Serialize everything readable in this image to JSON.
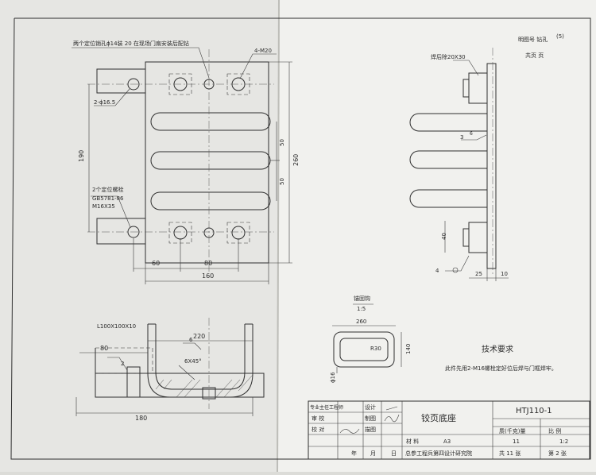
{
  "top_right": {
    "note1": "明图号 钻孔",
    "note2": "共页 页",
    "mark": "(5)"
  },
  "plan_view": {
    "callout_holes": "两个定位销孔ϕ14装 20 在现场门扇安装后配钻",
    "callout_bolt": "4-M20",
    "hole_label": "2-ϕ16.5",
    "pin_note_line1": "2个定位螺栓",
    "pin_note_line2": "GB5781-86",
    "pin_note_line3": "M16X35",
    "dim_190": "190",
    "dim_260": "260",
    "dim_50a": "50",
    "dim_50b": "50",
    "dim_60": "60",
    "dim_80": "80",
    "dim_160": "160"
  },
  "side_view": {
    "weld_note": "焊后除20X30",
    "weld_3": "3",
    "weld_6": "6",
    "weld_4": "4",
    "dim_40": "40",
    "dim_25": "25",
    "dim_10": "10"
  },
  "front_view": {
    "angle_label": "L100X100X10",
    "dim_220": "220",
    "dim_80": "80",
    "dim_180": "180",
    "weld_2": "2",
    "weld_6": "6",
    "chamfer": "6X45°"
  },
  "section": {
    "title": "锚固钩",
    "scale": "1:5",
    "dim_260": "260",
    "radius": "R30",
    "dim_140": "140",
    "rebar": "ϕ16"
  },
  "tech": {
    "title": "技术要求",
    "text": "此件先用2-M16螺栓定好位后焊与门框焊牢。"
  },
  "title_block": {
    "role1": "专业主任工程师",
    "role2": "审   校",
    "role3": "校   对",
    "role4": "设计",
    "role5": "制图",
    "role6": "描图",
    "drawing_name": "铰页底座",
    "drawing_no": "HTJ110-1",
    "h_weight": "质(千克)量",
    "h_scale": "比   例",
    "v_weight": "11",
    "v_scale": "1:2",
    "material_label": "材   料",
    "material_value": "A3",
    "date_year": "年",
    "date_month": "月",
    "date_day": "日",
    "institute": "总参工程兵第四设计研究院",
    "total_pages": "共 11 张",
    "page_no": "第 2 张"
  }
}
